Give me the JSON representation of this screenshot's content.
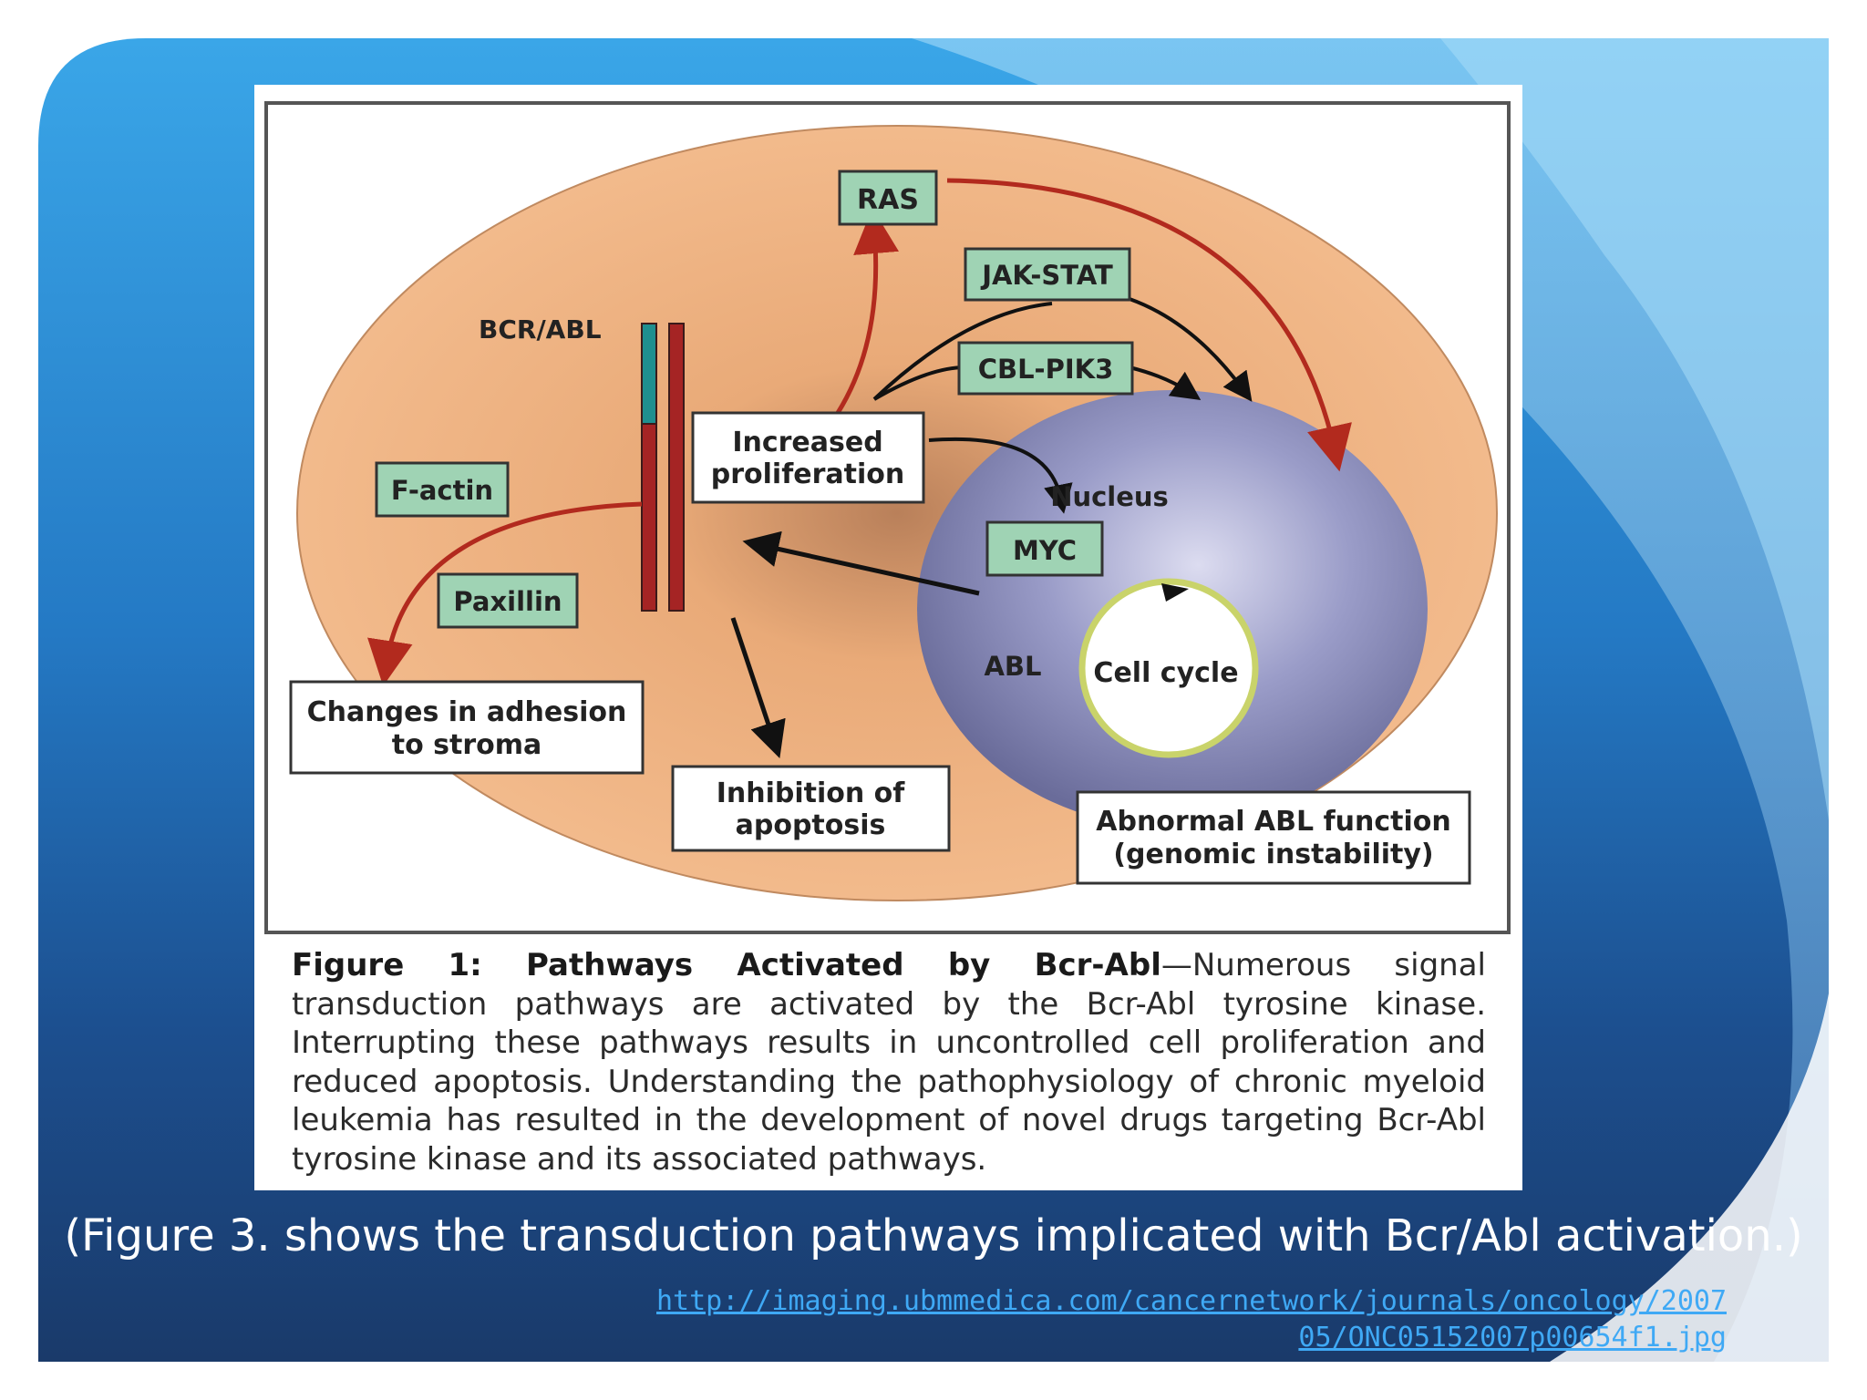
{
  "diagram": {
    "labels": {
      "bcr_abl": "BCR/ABL",
      "ras": "RAS",
      "jak_stat": "JAK-STAT",
      "cbl_pik3": "CBL-PIK3",
      "increased_proliferation_line1": "Increased",
      "increased_proliferation_line2": "proliferation",
      "f_actin": "F-actin",
      "paxillin": "Paxillin",
      "nucleus": "Nucleus",
      "myc": "MYC",
      "abl": "ABL",
      "cell_cycle": "Cell cycle",
      "adhesion_line1": "Changes in adhesion",
      "adhesion_line2": "to stroma",
      "apoptosis_line1": "Inhibition of",
      "apoptosis_line2": "apoptosis",
      "abnormal_line1": "Abnormal ABL function",
      "abnormal_line2": "(genomic instability)"
    },
    "caption_title": "Figure 1: Pathways Activated by Bcr-Abl",
    "caption_body": "—Numerous signal transduction pathways are activated by the Bcr-Abl tyrosine kinase. Interrupting these pathways results in uncontrolled cell proliferation and reduced apoptosis. Understanding the pathophysiology of chronic myeloid leukemia has resulted in the development of novel drugs targeting Bcr-Abl tyrosine kinase and its associated pathways."
  },
  "slide": {
    "caption": "(Figure 3. shows the transduction pathways implicated with Bcr/Abl activation.)",
    "source_url_line1": "http://imaging.ubmmedica.com/cancernetwork/journals/oncology/2007",
    "source_url_line2": "05/ONC05152007p00654f1.jpg"
  },
  "colors": {
    "slide_blue_dark": "#1b3a6b",
    "slide_blue_light": "#3aa6e8",
    "cell_fill": "#f3b98a",
    "nucleus_fill": "#6d6fa0",
    "label_box_fill": "#9fd3b4",
    "arrow_red": "#b22a1e",
    "link_blue": "#3fa9f5"
  }
}
